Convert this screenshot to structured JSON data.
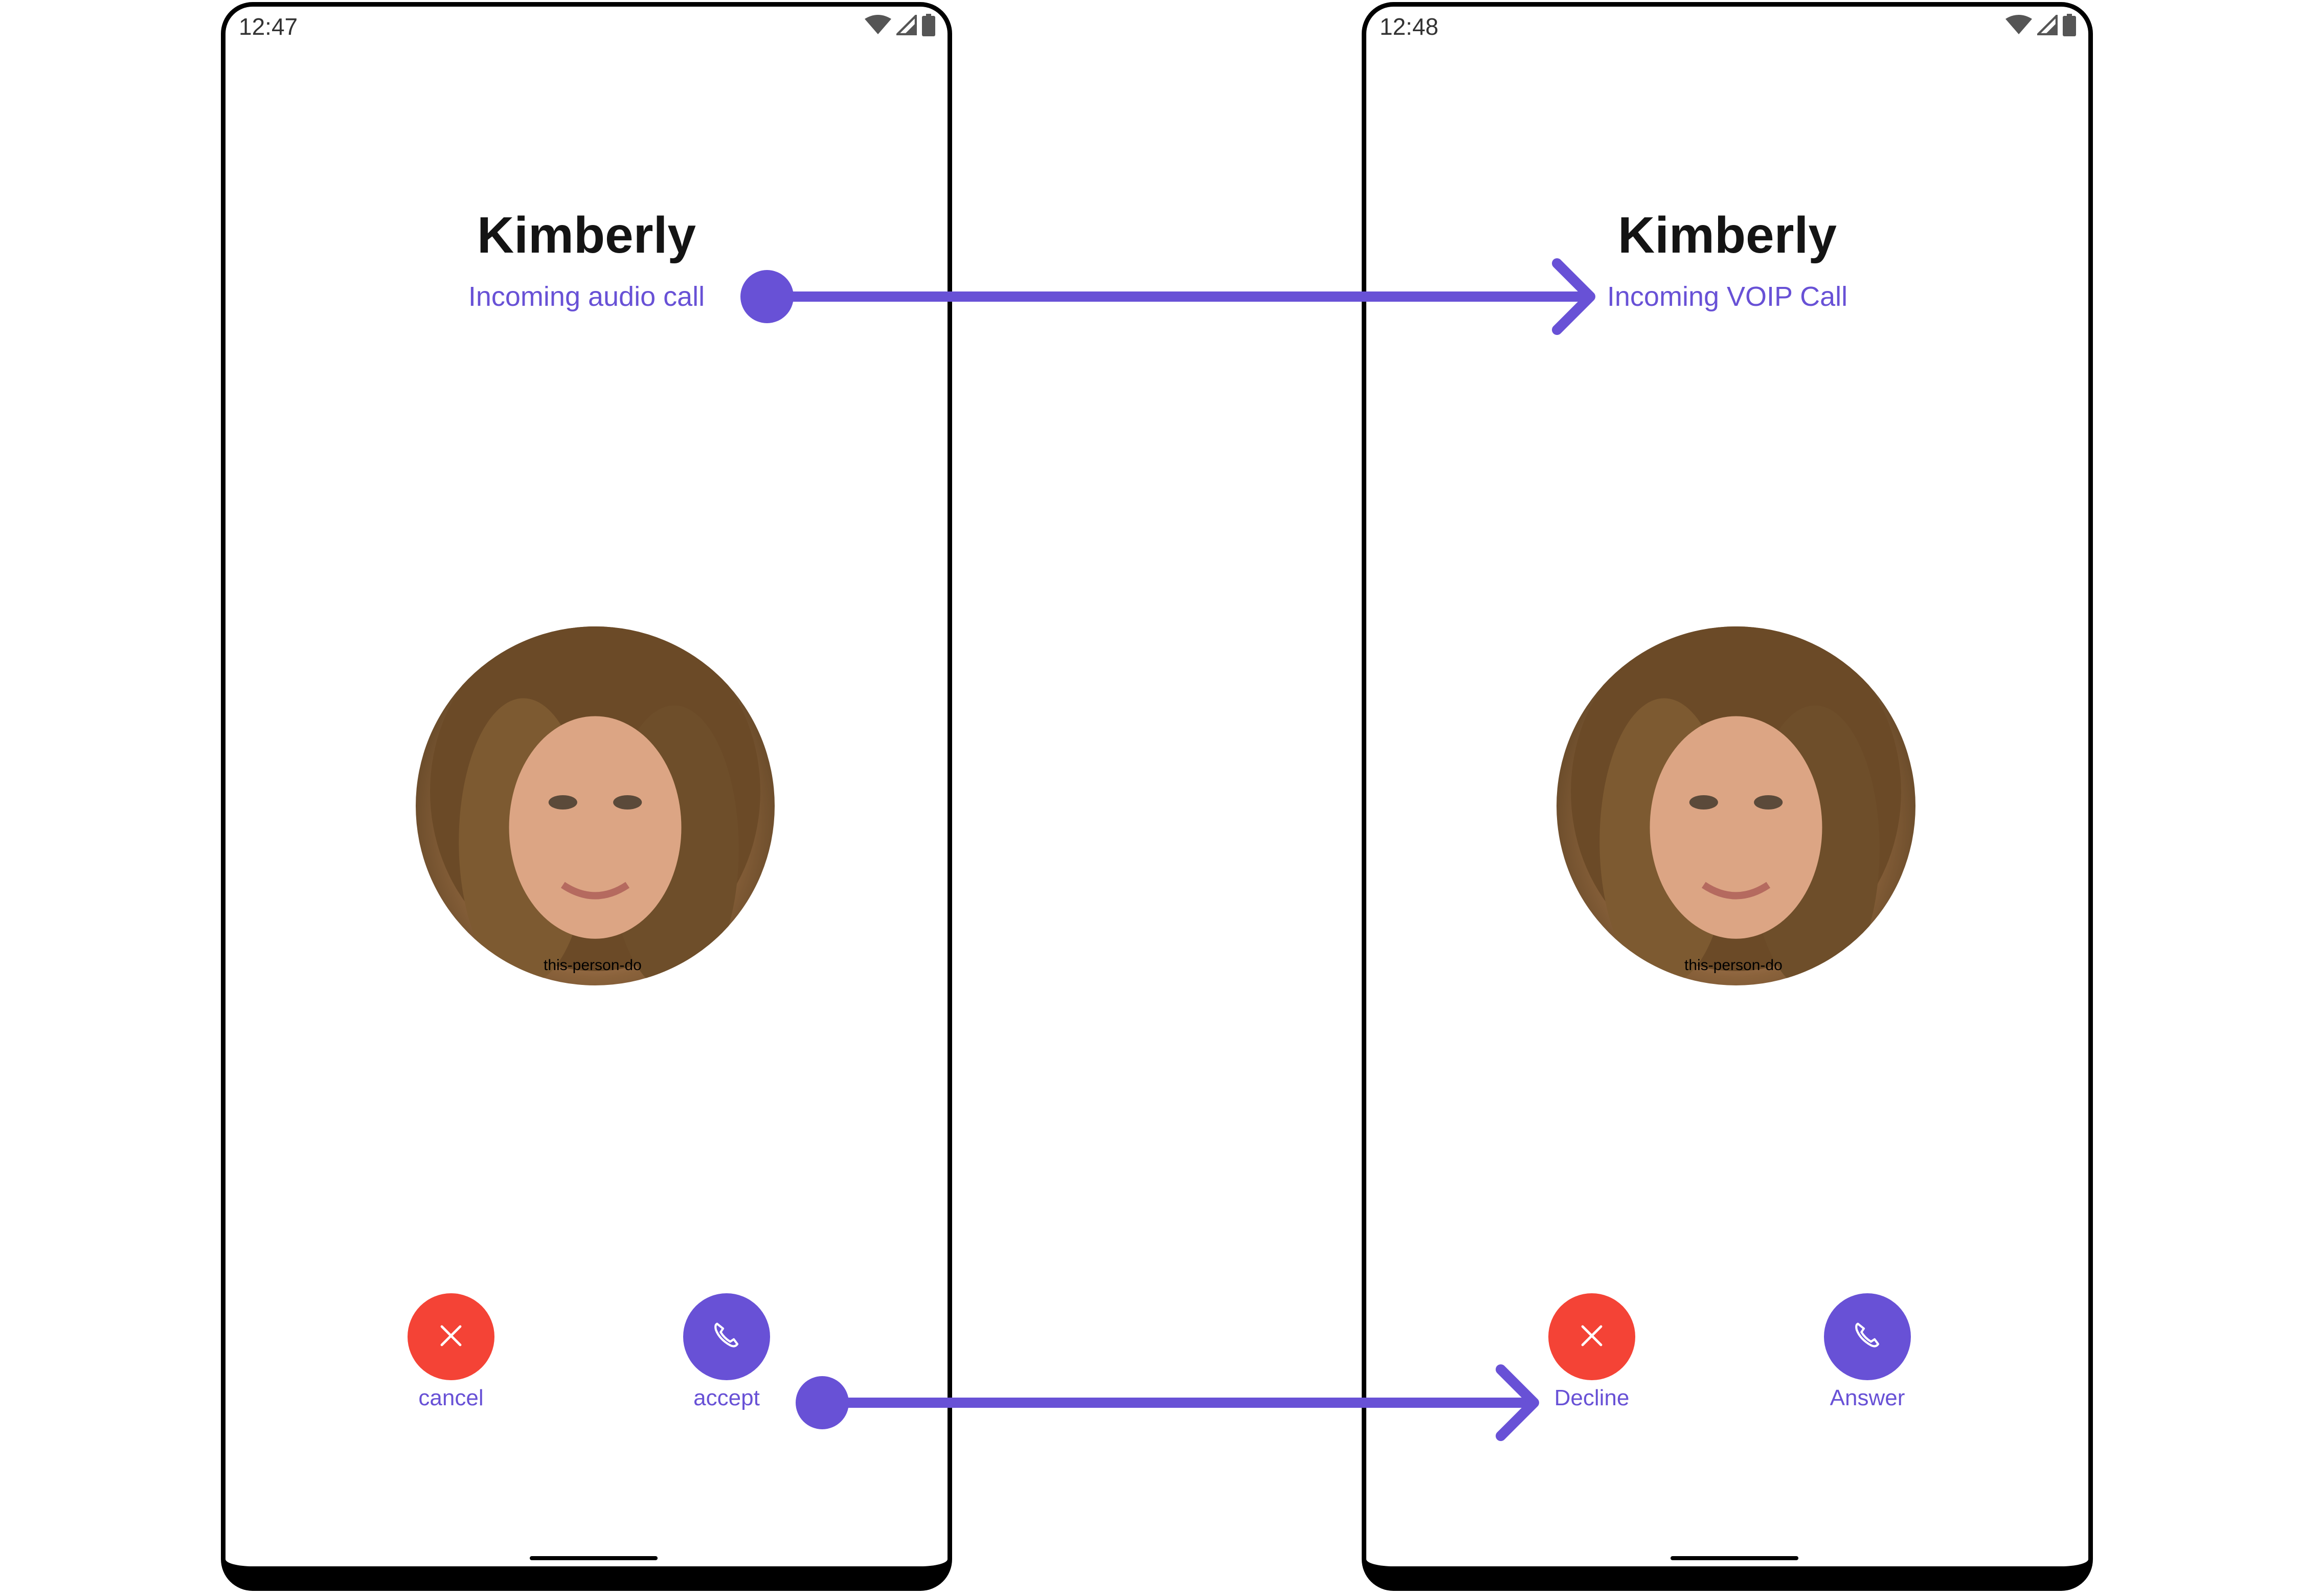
{
  "colors": {
    "accent": "#6851d6",
    "decline": "#f44336",
    "name_text": "#141414",
    "frame": "#000000"
  },
  "screens": [
    {
      "status_time": "12:47",
      "caller_name": "Kimberly",
      "call_status": "Incoming audio call",
      "avatar_caption": "this-person-do",
      "decline_label": "cancel",
      "accept_label": "accept",
      "icons": [
        "wifi-icon",
        "signal-icon",
        "battery-icon",
        "close-icon",
        "phone-icon"
      ]
    },
    {
      "status_time": "12:48",
      "caller_name": "Kimberly",
      "call_status": "Incoming VOIP Call",
      "avatar_caption": "this-person-do",
      "decline_label": "Decline",
      "accept_label": "Answer",
      "icons": [
        "wifi-icon",
        "signal-icon",
        "battery-icon",
        "close-icon",
        "phone-icon"
      ]
    }
  ],
  "annotations": [
    {
      "from": "call-status",
      "to": "call-status",
      "style": "arrow"
    },
    {
      "from": "accept-label",
      "to": "decline-label",
      "style": "arrow"
    }
  ]
}
